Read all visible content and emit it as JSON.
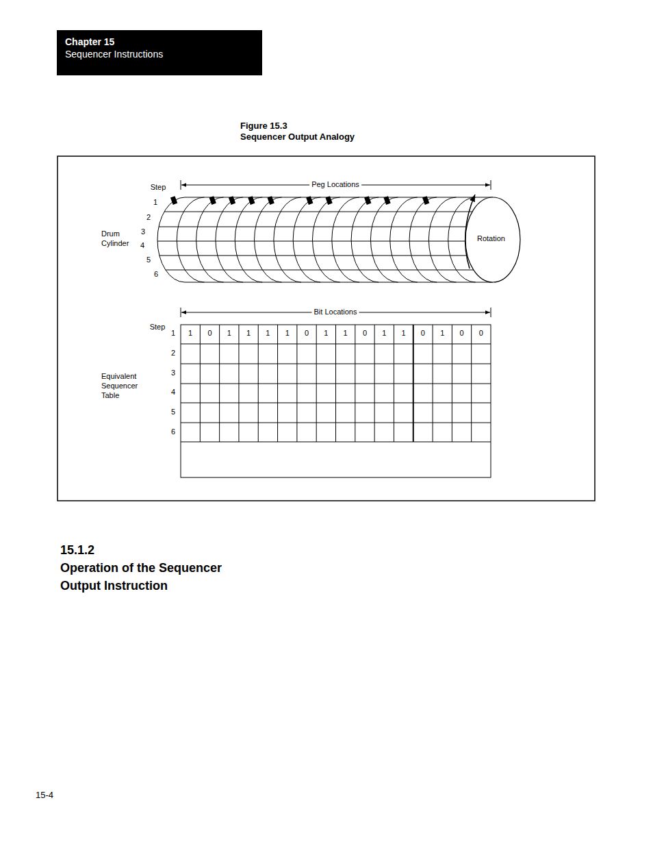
{
  "diagram": {
    "title": "Figure 15.3",
    "caption": "Sequencer Output Analogy",
    "nodes": [
      {
        "text": [
          "Chapter 15",
          "Sequencer Instructions"
        ]
      }
    ],
    "labels": [
      "Peg Locations",
      "Step",
      "1",
      "2",
      "3",
      "4",
      "5",
      "6",
      "Drum Cylinder",
      "Rotation",
      "Bit Locations",
      "Step",
      "1",
      "2",
      "3",
      "4",
      "5",
      "6",
      "Equivalent Sequencer Table",
      "1",
      "0",
      "1",
      "1",
      "1",
      "1",
      "0",
      "1",
      "1",
      "0",
      "1",
      "1",
      "0",
      "1",
      "0",
      "0",
      "15.1.2",
      "Operation of the Sequencer",
      "Output Instruction",
      "15-4"
    ]
  }
}
